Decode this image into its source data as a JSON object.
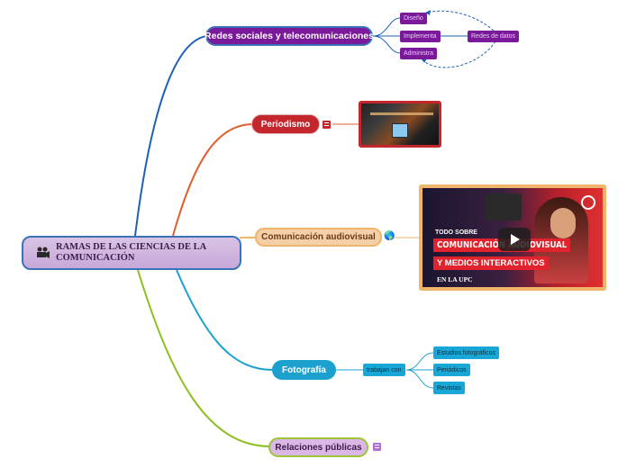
{
  "central": {
    "title": "RAMAS DE LAS CIENCIAS DE LA COMUNICACIÓN",
    "icon": "film-camera-icon"
  },
  "branches": {
    "redes": {
      "label": "Redes sociales y telecomunicaciones",
      "children": [
        "Diseño",
        "Implementa",
        "Administra"
      ],
      "relation_target": "Redes de datos"
    },
    "periodismo": {
      "label": "Periodismo",
      "image": "journalism-photo"
    },
    "audiovisual": {
      "label": "Comunicación audiovisual",
      "icon": "globe-icon",
      "video": {
        "line1": "TODO SOBRE",
        "line2": "COMUNICACIÓN AUDIOVISUAL",
        "line3": "Y MEDIOS INTERACTIVOS",
        "line4": "EN LA UPC"
      }
    },
    "fotografia": {
      "label": "Fotografía",
      "connector": "trabajan con",
      "children": [
        "Estudios fotográficos",
        "Periódicos",
        "Revistas"
      ]
    },
    "relaciones": {
      "label": "Relaciones públicas"
    }
  },
  "colors": {
    "redes": "#7a1a9a",
    "periodismo": "#c4262e",
    "audiovisual": "#f4cfa8",
    "fotografia": "#1ca1cf",
    "relaciones": "#dbb7e6",
    "link_redes": "#2060b8",
    "link_periodismo": "#e06030",
    "link_audiovisual": "#f0b46a",
    "link_fotografia": "#1ca1cf",
    "link_relaciones": "#8cc020"
  }
}
